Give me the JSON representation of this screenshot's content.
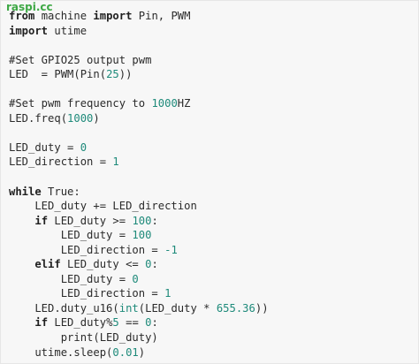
{
  "watermark": "raspi.cc",
  "code_lines": [
    [
      {
        "t": "kw",
        "v": "from"
      },
      {
        "t": "plain",
        "v": " machine "
      },
      {
        "t": "kw",
        "v": "import"
      },
      {
        "t": "plain",
        "v": " Pin, PWM"
      }
    ],
    [
      {
        "t": "kw",
        "v": "import"
      },
      {
        "t": "plain",
        "v": " utime"
      }
    ],
    [],
    [
      {
        "t": "plain",
        "v": "#Set GPIO25 output pwm"
      }
    ],
    [
      {
        "t": "plain",
        "v": "LED  = PWM(Pin("
      },
      {
        "t": "num",
        "v": "25"
      },
      {
        "t": "plain",
        "v": "))"
      }
    ],
    [],
    [
      {
        "t": "plain",
        "v": "#Set pwm frequency to "
      },
      {
        "t": "num",
        "v": "1000"
      },
      {
        "t": "plain",
        "v": "HZ"
      }
    ],
    [
      {
        "t": "plain",
        "v": "LED.freq("
      },
      {
        "t": "num",
        "v": "1000"
      },
      {
        "t": "plain",
        "v": ")"
      }
    ],
    [],
    [
      {
        "t": "plain",
        "v": "LED_duty = "
      },
      {
        "t": "num",
        "v": "0"
      }
    ],
    [
      {
        "t": "plain",
        "v": "LED_direction = "
      },
      {
        "t": "num",
        "v": "1"
      }
    ],
    [],
    [
      {
        "t": "kw",
        "v": "while"
      },
      {
        "t": "plain",
        "v": " True:"
      }
    ],
    [
      {
        "t": "plain",
        "v": "    LED_duty += LED_direction"
      }
    ],
    [
      {
        "t": "plain",
        "v": "    "
      },
      {
        "t": "kw",
        "v": "if"
      },
      {
        "t": "plain",
        "v": " LED_duty >= "
      },
      {
        "t": "num",
        "v": "100"
      },
      {
        "t": "plain",
        "v": ":"
      }
    ],
    [
      {
        "t": "plain",
        "v": "        LED_duty = "
      },
      {
        "t": "num",
        "v": "100"
      }
    ],
    [
      {
        "t": "plain",
        "v": "        LED_direction = "
      },
      {
        "t": "num",
        "v": "-1"
      }
    ],
    [
      {
        "t": "plain",
        "v": "    "
      },
      {
        "t": "kw",
        "v": "elif"
      },
      {
        "t": "plain",
        "v": " LED_duty <= "
      },
      {
        "t": "num",
        "v": "0"
      },
      {
        "t": "plain",
        "v": ":"
      }
    ],
    [
      {
        "t": "plain",
        "v": "        LED_duty = "
      },
      {
        "t": "num",
        "v": "0"
      }
    ],
    [
      {
        "t": "plain",
        "v": "        LED_direction = "
      },
      {
        "t": "num",
        "v": "1"
      }
    ],
    [
      {
        "t": "plain",
        "v": "    LED.duty_u16("
      },
      {
        "t": "builtin",
        "v": "int"
      },
      {
        "t": "plain",
        "v": "(LED_duty * "
      },
      {
        "t": "num",
        "v": "655.36"
      },
      {
        "t": "plain",
        "v": "))"
      }
    ],
    [
      {
        "t": "plain",
        "v": "    "
      },
      {
        "t": "kw",
        "v": "if"
      },
      {
        "t": "plain",
        "v": " LED_duty%"
      },
      {
        "t": "num",
        "v": "5"
      },
      {
        "t": "plain",
        "v": " == "
      },
      {
        "t": "num",
        "v": "0"
      },
      {
        "t": "plain",
        "v": ":"
      }
    ],
    [
      {
        "t": "plain",
        "v": "        print(LED_duty)"
      }
    ],
    [
      {
        "t": "plain",
        "v": "    utime.sleep("
      },
      {
        "t": "num",
        "v": "0.01"
      },
      {
        "t": "plain",
        "v": ")"
      }
    ]
  ],
  "colors": {
    "background": "#f7f7f7",
    "watermark": "#3ea845",
    "keyword": "#1f1f1f",
    "number": "#1e8a7a",
    "text": "#2b2b2b"
  }
}
